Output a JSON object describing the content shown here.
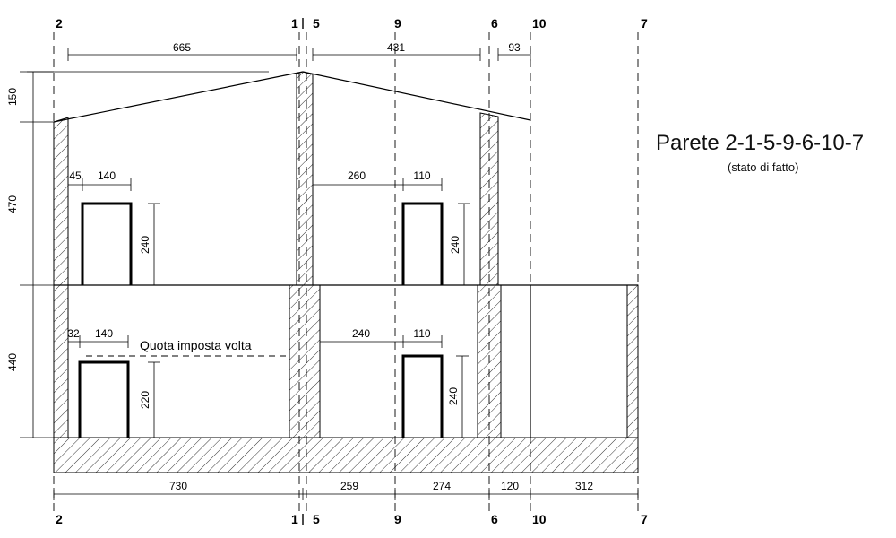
{
  "title": "Parete 2-1-5-9-6-10-7",
  "subtitle": "(stato di fatto)",
  "axes": {
    "a2": "2",
    "a1": "1",
    "a5": "5",
    "a9": "9",
    "a6": "6",
    "a10": "10",
    "a7": "7"
  },
  "dimensions": {
    "top_665": "665",
    "top_431": "431",
    "top_93": "93",
    "left_150": "150",
    "left_470": "470",
    "left_440": "440",
    "upper_45": "45",
    "upper_140": "140",
    "upper_260": "260",
    "upper_110": "110",
    "upper_240_left": "240",
    "upper_240_right": "240",
    "lower_32": "32",
    "lower_140": "140",
    "lower_240": "240",
    "lower_110": "110",
    "lower_220": "220",
    "lower_240_right": "240",
    "bottom_730": "730",
    "bottom_259": "259",
    "bottom_274": "274",
    "bottom_120": "120",
    "bottom_312": "312"
  },
  "annotations": {
    "vault": "Quota imposta volta"
  }
}
